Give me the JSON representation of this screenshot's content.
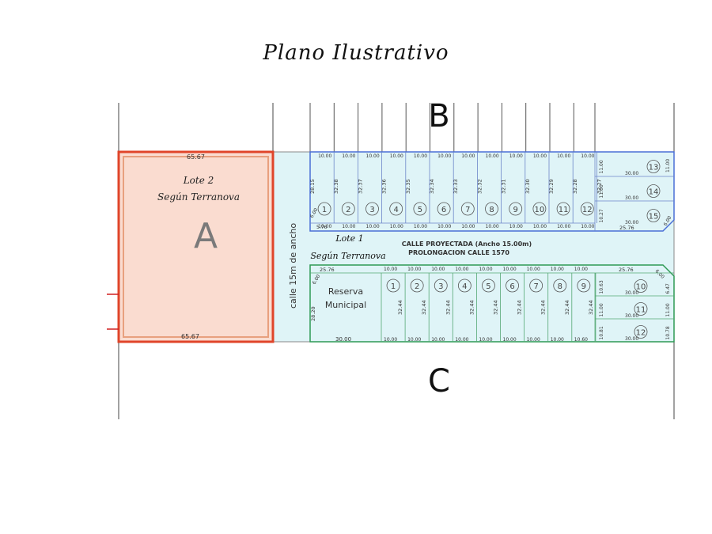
{
  "title": "Plano Ilustrativo",
  "labels": {
    "block_b": "B",
    "block_c": "C",
    "block_a": "A",
    "lote2_line1": "Lote 2",
    "lote2_line2": "Según Terranova",
    "lote1_line1": "Lote 1",
    "lote1_line2": "Según Terranova",
    "calle_side": "calle 15m de ancho",
    "calle_proyectada": "CALLE PROYECTADA (Ancho 15.00m)",
    "prolongacion": "PROLONGACION CALLE 1570",
    "reserva_line1": "Reserva",
    "reserva_line2": "Municipal"
  },
  "lote_a": {
    "top_dim": "65.67",
    "bottom_dim": "65.67"
  },
  "upper_block": {
    "lots": [
      "1",
      "2",
      "3",
      "4",
      "5",
      "6",
      "7",
      "8",
      "9",
      "10",
      "11",
      "12"
    ],
    "depths": [
      "28.15",
      "32.38",
      "32.37",
      "32.36",
      "32.35",
      "32.34",
      "32.33",
      "32.32",
      "32.31",
      "32.30",
      "32.29",
      "32.28",
      "32.27"
    ],
    "frontage": "10.00",
    "side_lots": [
      "13",
      "14",
      "15"
    ],
    "side_widths": [
      "11.00",
      "11.00",
      "10.27"
    ],
    "side_length": "30.00",
    "front_right": "25.76",
    "front_left": "5.76",
    "corner_right": "6.00",
    "corner_left": "6.00",
    "top_right": "11.00"
  },
  "lower_block": {
    "lots": [
      "1",
      "2",
      "3",
      "4",
      "5",
      "6",
      "7",
      "8",
      "9"
    ],
    "depths": [
      "32.44",
      "32.44",
      "32.44",
      "32.44",
      "32.44",
      "32.44",
      "32.44",
      "32.44",
      "32.44"
    ],
    "frontage": "10.00",
    "last_frontage": "10.60",
    "side_lots": [
      "10",
      "11",
      "12"
    ],
    "side_widths": [
      "10.63",
      "11.00",
      "10.81"
    ],
    "right_widths": [
      "6.47",
      "11.00",
      "10.78"
    ],
    "side_length": "30.00",
    "front_right": "25.76",
    "reserva_front": "25.76",
    "reserva_depth": "28.20",
    "reserva_bottom": "30.00",
    "corner_left": "6.00",
    "corner_right": "6.00"
  },
  "colors": {
    "lot_a_fill": "#fadcd0",
    "lot_a_stroke": "#e0452a",
    "upper_stroke": "#4a6fd6",
    "lower_stroke": "#2f9a55",
    "street_fill": "#dff4f7"
  }
}
